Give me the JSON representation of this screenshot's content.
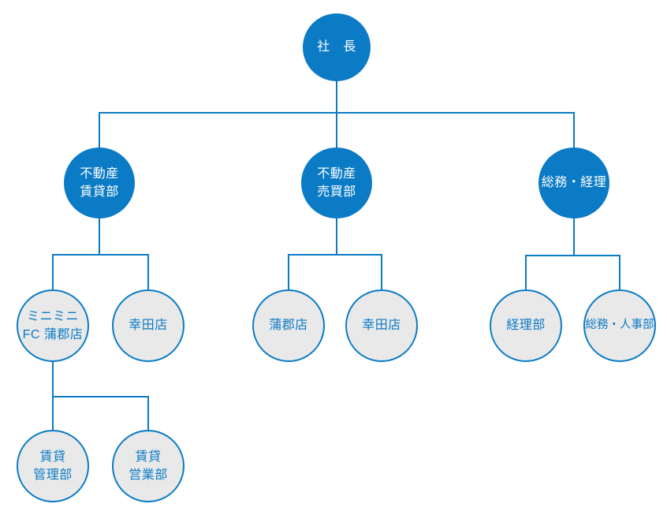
{
  "colors": {
    "accent_blue": "#0b7bc6",
    "node_fill_gray": "#e9e9e9",
    "node_text_white": "#ffffff"
  },
  "org_chart": {
    "root": {
      "label": "社　長",
      "variant": "blue",
      "children": [
        {
          "label": "不動産\n賃貸部",
          "variant": "blue",
          "children": [
            {
              "label": "ミニミニ\nFC 蒲郡店",
              "variant": "gray",
              "children": [
                {
                  "label": "賃貸\n管理部",
                  "variant": "gray"
                },
                {
                  "label": "賃貸\n営業部",
                  "variant": "gray"
                }
              ]
            },
            {
              "label": "幸田店",
              "variant": "gray"
            }
          ]
        },
        {
          "label": "不動産\n売買部",
          "variant": "blue",
          "children": [
            {
              "label": "蒲郡店",
              "variant": "gray"
            },
            {
              "label": "幸田店",
              "variant": "gray"
            }
          ]
        },
        {
          "label": "総務・経理",
          "variant": "blue",
          "children": [
            {
              "label": "経理部",
              "variant": "gray"
            },
            {
              "label": "総務・人事部",
              "variant": "gray"
            }
          ]
        }
      ]
    }
  }
}
